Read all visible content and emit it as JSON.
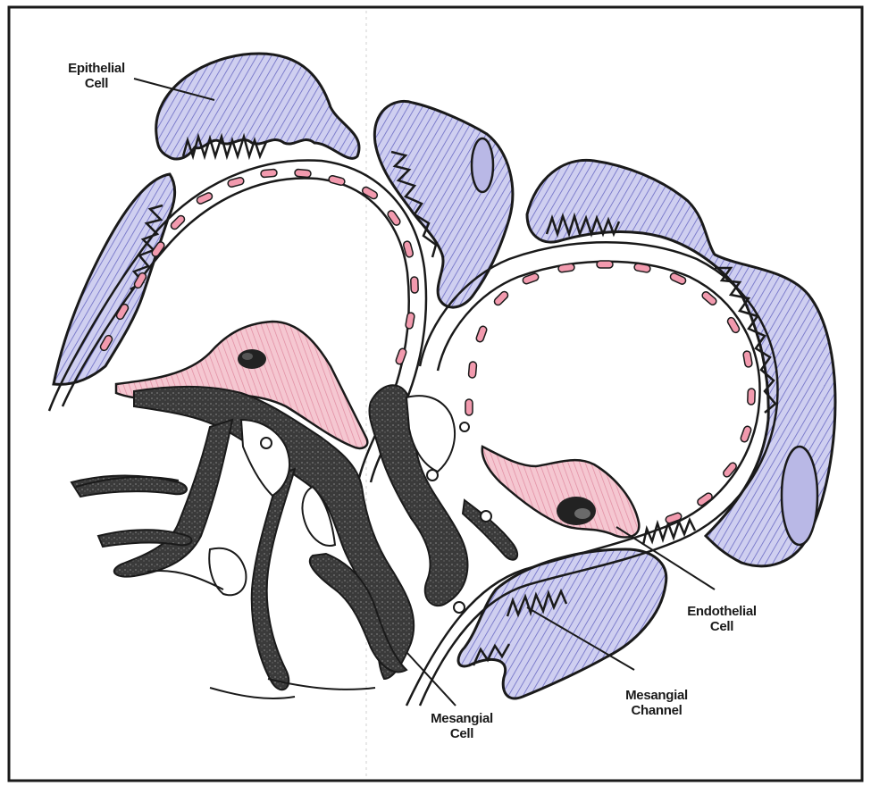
{
  "labels": {
    "epithelial": {
      "line1": "Epithelial",
      "line2": "Cell"
    },
    "endothelial": {
      "line1": "Endothelial",
      "line2": "Cell"
    },
    "mesangial_channel": {
      "line1": "Mesangial",
      "line2": "Channel"
    },
    "mesangial_cell": {
      "line1": "Mesangial",
      "line2": "Cell"
    }
  },
  "colors": {
    "outline": "#1a1a1a",
    "epithelial_fill": "#c9c8ec",
    "epithelial_hatch": "#6b6bc4",
    "endothelial_fill": "#f2b9c6",
    "nucleus": "#222222",
    "mesangial_matrix": "#3c3c3c",
    "pore_dash": "#d45b7a",
    "background": "#ffffff"
  }
}
